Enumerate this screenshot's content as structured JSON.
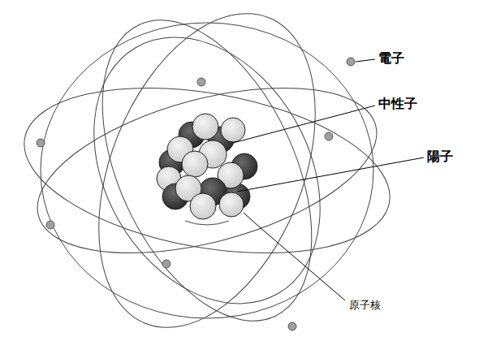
{
  "diagram": {
    "labels": [
      "電子",
      "中性子",
      "陽子",
      "原子核"
    ]
  }
}
